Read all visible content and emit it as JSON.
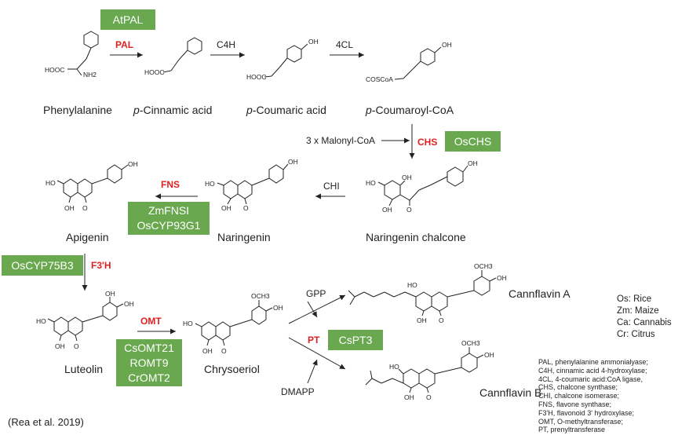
{
  "compounds": {
    "phenylalanine": "Phenylalanine",
    "cinnamic_prefix": "p",
    "cinnamic_rest": "-Cinnamic acid",
    "coumaric_prefix": "p",
    "coumaric_rest": "-Coumaric acid",
    "coumaroyl_prefix": "p",
    "coumaroyl_rest": "-Coumaroyl-CoA",
    "naringenin_chalcone": "Naringenin chalcone",
    "naringenin": "Naringenin",
    "apigenin": "Apigenin",
    "luteolin": "Luteolin",
    "chrysoeriol": "Chrysoeriol",
    "cannflavin_a": "Cannflavin A",
    "cannflavin_b": "Cannflavin B"
  },
  "enzymes": {
    "pal": "PAL",
    "c4h": "C4H",
    "fourcl": "4CL",
    "chs": "CHS",
    "chi": "CHI",
    "fns": "FNS",
    "f3h": "F3'H",
    "omt": "OMT",
    "pt": "PT"
  },
  "genes": {
    "atpal": "AtPAL",
    "oschs": "OsCHS",
    "zmfnsi": "ZmFNSI",
    "oscyp93g1": "OsCYP93G1",
    "oscyp75b3": "OsCYP75B3",
    "csomt21": "CsOMT21",
    "romt9": "ROMT9",
    "cromt2": "CrOMT2",
    "cspt3": "CsPT3"
  },
  "substrates": {
    "malonyl": "3 x Malonyl-CoA",
    "gpp": "GPP",
    "dmapp": "DMAPP"
  },
  "mol_labels": {
    "oh": "OH",
    "och3": "OCH3",
    "ho": "HO",
    "o": "O",
    "hooc": "HOOC",
    "nh2": "NH2",
    "coscoa": "COSCoA"
  },
  "species_legend": [
    "Os: Rice",
    "Zm: Maize",
    "Ca: Cannabis",
    "Cr: Citrus"
  ],
  "abbreviations": [
    "PAL, phenylalanine ammonialyase;",
    "C4H, cinnamic acid 4-hydroxylase;",
    "4CL, 4-coumaric acid:CoA ligase,",
    "CHS, chalcone synthase;",
    "CHI, chalcone isomerase;",
    "FNS, flavone synthase;",
    "F3'H, flavonoid 3' hydroxylase;",
    "OMT, O-methyltransferase;",
    "PT, prenyltransferase"
  ],
  "citation": "(Rea et al. 2019)",
  "colors": {
    "gene_box": "#6aa84f",
    "enzyme": "#e02020"
  }
}
